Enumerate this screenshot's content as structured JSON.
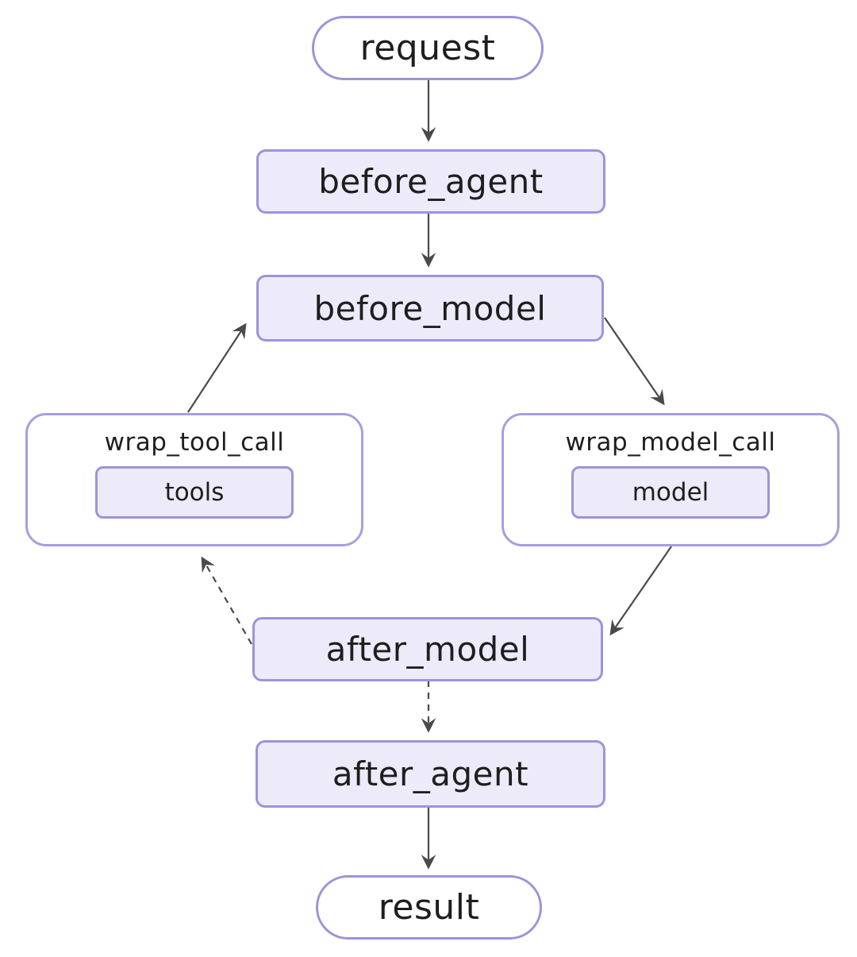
{
  "diagram": {
    "type": "flowchart",
    "direction": "top-down",
    "nodes": {
      "request": {
        "label": "request",
        "shape": "stadium"
      },
      "before_agent": {
        "label": "before_agent",
        "shape": "rounded-rect"
      },
      "before_model": {
        "label": "before_model",
        "shape": "rounded-rect"
      },
      "wrap_tool_call": {
        "label": "wrap_tool_call",
        "shape": "container"
      },
      "tools": {
        "label": "tools",
        "shape": "rounded-rect",
        "parent": "wrap_tool_call"
      },
      "wrap_model_call": {
        "label": "wrap_model_call",
        "shape": "container"
      },
      "model": {
        "label": "model",
        "shape": "rounded-rect",
        "parent": "wrap_model_call"
      },
      "after_model": {
        "label": "after_model",
        "shape": "rounded-rect"
      },
      "after_agent": {
        "label": "after_agent",
        "shape": "rounded-rect"
      },
      "result": {
        "label": "result",
        "shape": "stadium"
      }
    },
    "edges": [
      {
        "from": "request",
        "to": "before_agent",
        "style": "solid"
      },
      {
        "from": "before_agent",
        "to": "before_model",
        "style": "solid"
      },
      {
        "from": "wrap_tool_call",
        "to": "before_model",
        "style": "solid"
      },
      {
        "from": "before_model",
        "to": "wrap_model_call",
        "style": "solid"
      },
      {
        "from": "wrap_model_call",
        "to": "after_model",
        "style": "solid"
      },
      {
        "from": "after_model",
        "to": "wrap_tool_call",
        "style": "dashed"
      },
      {
        "from": "after_model",
        "to": "after_agent",
        "style": "dashed"
      },
      {
        "from": "after_agent",
        "to": "result",
        "style": "solid"
      }
    ],
    "colors": {
      "node_border": "#9d93da",
      "node_fill": "#edebfa",
      "container_fill": "#ffffff",
      "arrow": "#4a4a4a",
      "text": "#1e1e1e",
      "background": "#ffffff"
    }
  }
}
